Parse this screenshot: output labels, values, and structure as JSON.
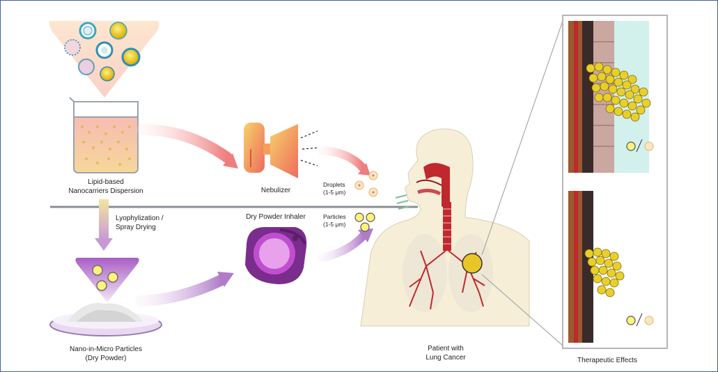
{
  "labels": {
    "dispersion_line1": "Lipid-based",
    "dispersion_line2": "Nanocarriers Dispersion",
    "nebulizer": "Nebulizer",
    "droplets_line1": "Droplets",
    "droplets_line2": "(1-5 μm)",
    "process_line1": "Lyophylization /",
    "process_line2": "Spray Drying",
    "dpi": "Dry Powder Inhaler",
    "particles_line1": "Particles",
    "particles_line2": "(1-5 μm)",
    "powder_line1": "Nano-in-Micro Particles",
    "powder_line2": "(Dry Powder)",
    "patient_line1": "Patient with",
    "patient_line2": "Lung Cancer",
    "effects": "Therapeutic Effects"
  },
  "colors": {
    "frame": "#3c63a8",
    "nebulizer_arrow": "#f08a8a",
    "dpi_arrow": "#b589c9",
    "skin": "#f6eed7",
    "airway": "#b51c24",
    "tumor": "#e9c628"
  }
}
